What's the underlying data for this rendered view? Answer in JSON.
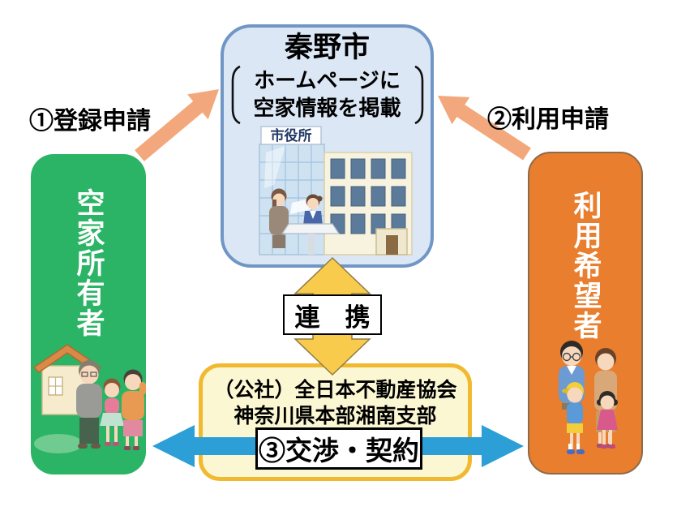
{
  "diagram": {
    "city_box": {
      "title": "秦野市",
      "note_line1": "ホームページに",
      "note_line2": "空家情報を掲載",
      "building_sign": "市役所"
    },
    "owner_box": {
      "label": "空家所有者"
    },
    "user_box": {
      "label": "利用希望者"
    },
    "arrows": {
      "register_label": "①登録申請",
      "use_label": "②利用申請",
      "cooperation_label": "連　携",
      "negotiate_label": "③交渉・契約"
    },
    "association_box": {
      "line1": "（公社）全日本不動産協会",
      "line2": "神奈川県本部湘南支部"
    }
  },
  "colors": {
    "green_box": "#2bb465",
    "orange_box": "#e87e2e",
    "blue_box_fill": "#dce7f5",
    "blue_box_border": "#7096c5",
    "yellow_box_fill": "#fcf7d3",
    "yellow_box_border": "#f0b930",
    "yellow_arrow": "#f8cb4c",
    "blue_arrow": "#2b9fd6",
    "orange_arrow": "#f2a87c"
  }
}
